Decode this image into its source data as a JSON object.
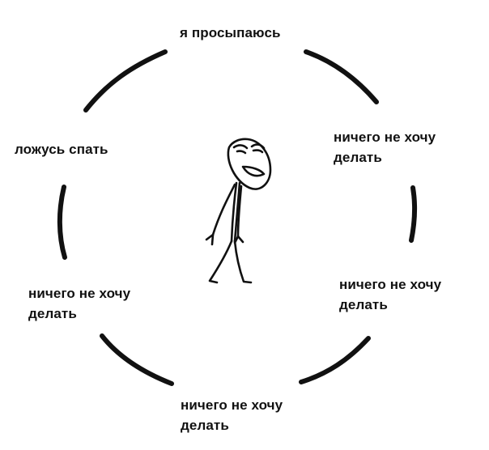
{
  "cycle": {
    "steps": [
      {
        "lines": [
          "я просыпаюсь"
        ]
      },
      {
        "lines": [
          "ничего не хочу",
          "делать"
        ]
      },
      {
        "lines": [
          "ничего не хочу",
          "делать"
        ]
      },
      {
        "lines": [
          "ничего не хочу",
          "делать"
        ]
      },
      {
        "lines": [
          "ничего не хочу",
          "делать"
        ]
      },
      {
        "lines": [
          "ложусь спать"
        ]
      }
    ]
  },
  "colors": {
    "ink": "#111111",
    "background": "#ffffff"
  },
  "figure": {
    "icon": "stick-figure-icon"
  }
}
